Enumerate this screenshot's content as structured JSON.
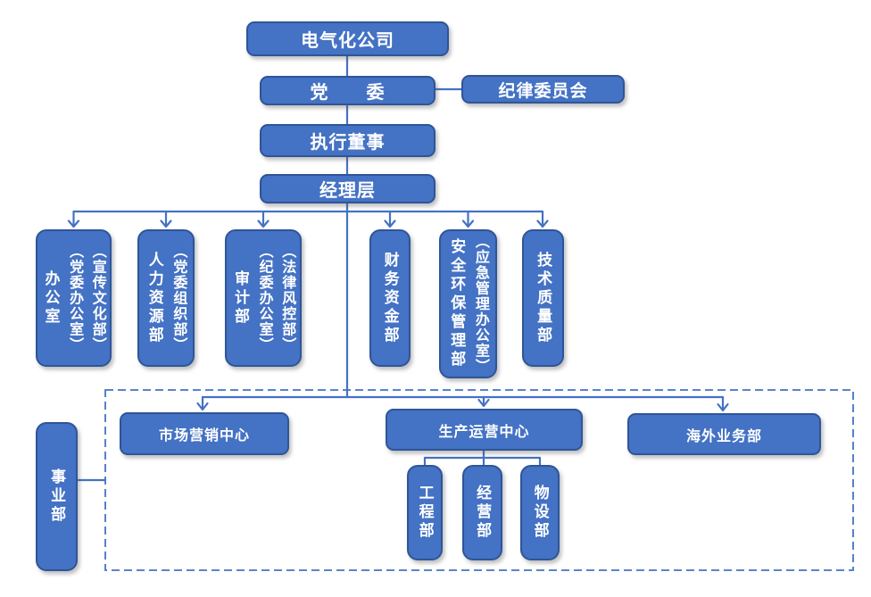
{
  "colors": {
    "node_fill": "#4472C4",
    "node_border": "#2F5597",
    "connector_line": "#4472C4",
    "dashed_group_border": "#4472C4",
    "node_text": "#FFFFFF",
    "background": "#FFFFFF"
  },
  "org": {
    "root": {
      "label": "电气化公司"
    },
    "party_committee": {
      "label": "党　　委"
    },
    "discipline_committee": {
      "label": "纪律委员会"
    },
    "executive_director": {
      "label": "执行董事"
    },
    "management": {
      "label": "经理层"
    },
    "departments": [
      {
        "name": "办公室（党委办公室）（宣传文化部）",
        "columns": [
          "办公室",
          "（党委办公室）",
          "（宣传文化部）"
        ]
      },
      {
        "name": "人力资源部（党委组织部）",
        "columns": [
          "人力资源部",
          "（党委组织部）"
        ]
      },
      {
        "name": "审计部（纪委办公室）（法律风控部）",
        "columns": [
          "审计部",
          "（纪委办公室）",
          "（法律风控部）"
        ]
      },
      {
        "name": "财务资金部",
        "columns": [
          "财务资金部"
        ]
      },
      {
        "name": "安全环保管理部（应急管理办公室）",
        "columns": [
          "安全环保管理部",
          "（应急管理办公室）"
        ]
      },
      {
        "name": "技术质量部",
        "columns": [
          "技术质量部"
        ]
      }
    ],
    "business_division": {
      "label": "事业部"
    },
    "centers": [
      {
        "label": "市场营销中心"
      },
      {
        "label": "生产运营中心"
      },
      {
        "label": "海外业务部"
      }
    ],
    "production_departments": [
      "工程部",
      "经营部",
      "物设部"
    ]
  }
}
